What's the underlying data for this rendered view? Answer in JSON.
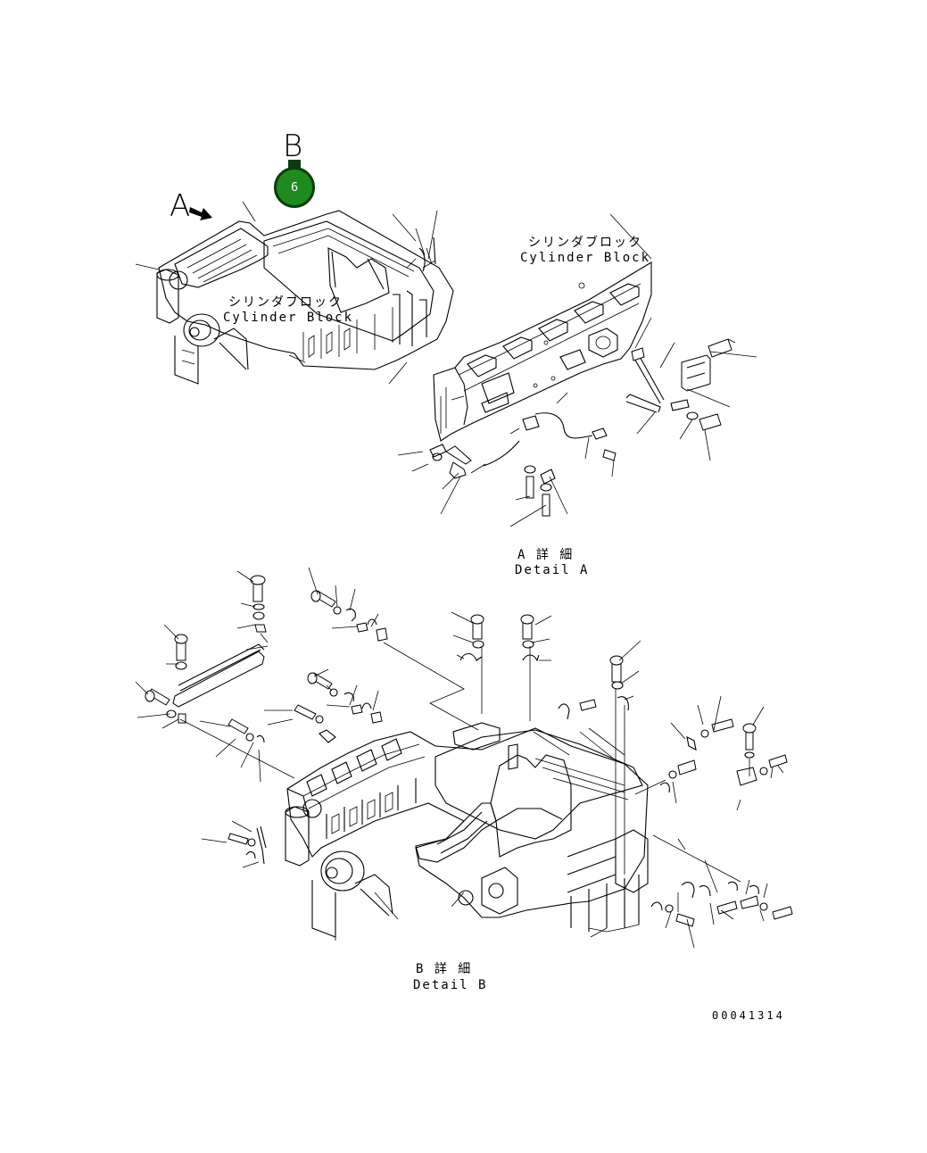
{
  "view_a_label": "A",
  "view_b_label": "B",
  "badge_number": "6",
  "cylinder_block_jp": "シリンダブロック",
  "cylinder_block_en": "Cylinder Block",
  "detail_a_jp": "A 詳 細",
  "detail_a_en": "Detail A",
  "detail_b_jp": "B 詳 細",
  "detail_b_en": "Detail B",
  "drawing_number": "00041314"
}
